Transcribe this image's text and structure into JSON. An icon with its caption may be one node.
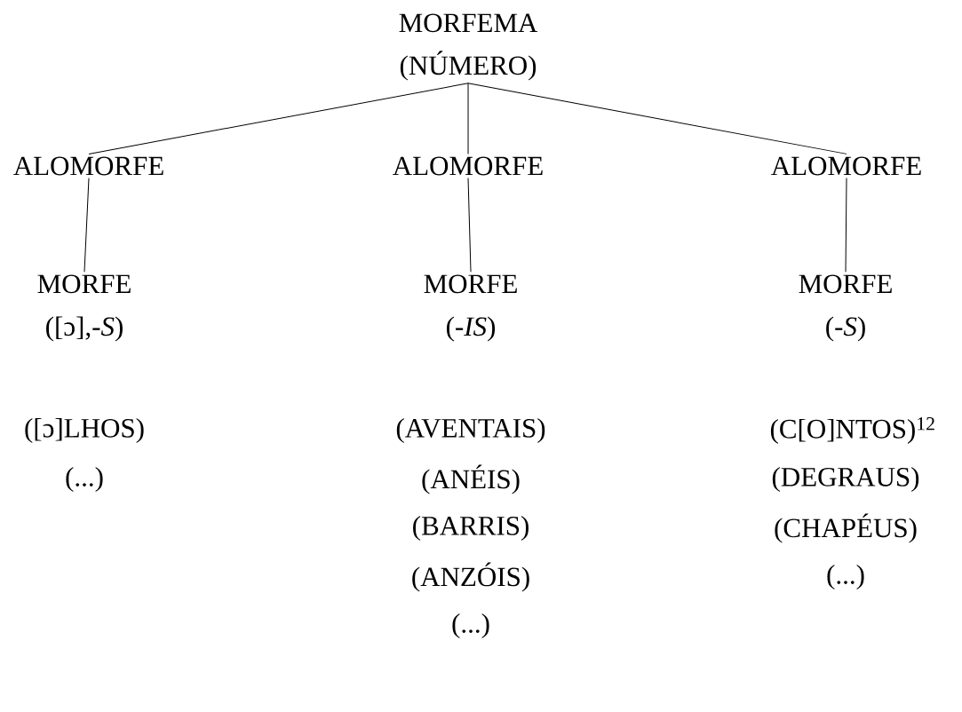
{
  "diagram": {
    "nodes": [
      {
        "text": [
          "MORFEMA",
          "(NÚMERO)"
        ]
      },
      {
        "text": [
          "ALOMORFE"
        ]
      },
      {
        "text": [
          "ALOMORFE"
        ]
      },
      {
        "text": [
          "ALOMORFE"
        ]
      },
      {
        "text": [
          "MORFE",
          "([ɔ],-*S*)"
        ]
      },
      {
        "text": [
          "MORFE",
          "(-*IS*)"
        ]
      },
      {
        "text": [
          "MORFE",
          "(-*S*)"
        ]
      }
    ],
    "edges": [
      {
        "from": 0,
        "to": 1,
        "arrow": "none"
      },
      {
        "from": 0,
        "to": 2,
        "arrow": "none"
      },
      {
        "from": 0,
        "to": 3,
        "arrow": "none"
      },
      {
        "from": 1,
        "to": 4,
        "arrow": "none"
      },
      {
        "from": 2,
        "to": 5,
        "arrow": "none"
      },
      {
        "from": 3,
        "to": 6,
        "arrow": "none"
      }
    ],
    "labels": [
      "([ɔ]LHOS)",
      "(AVENTAIS)",
      "(C[O]NTOS)$^{12}$",
      "(...)",
      "(ANÉIS)",
      "(DEGRAUS)",
      "(BARRIS)",
      "(CHAPÉUS)",
      "(ANZÓIS)",
      "(...)",
      "(...)"
    ]
  }
}
